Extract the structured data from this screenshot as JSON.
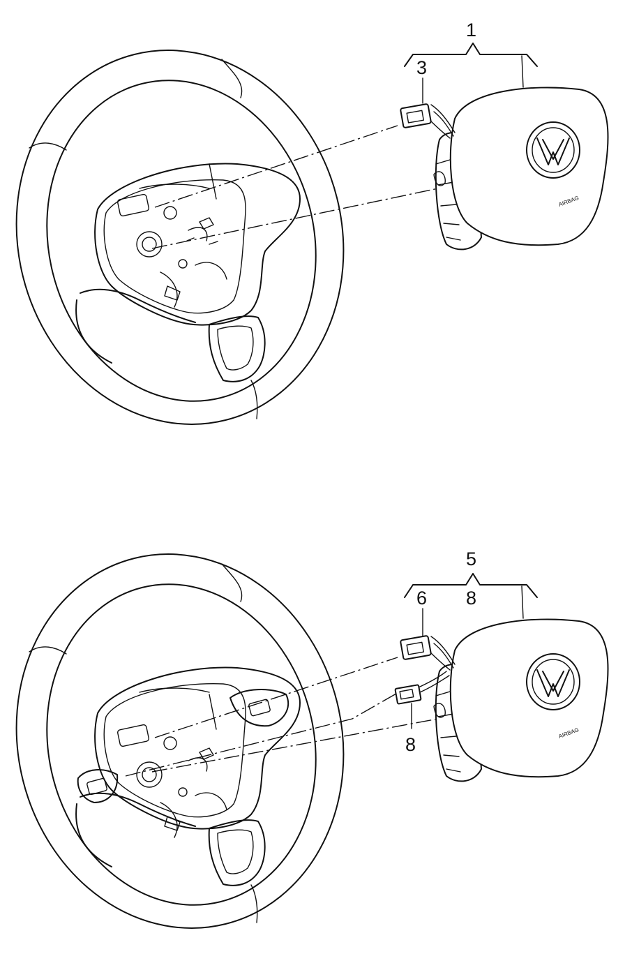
{
  "diagrams": [
    {
      "callouts": {
        "assembly": "1",
        "connector": "3"
      },
      "airbag_text": "AIRBAG",
      "logo": "vw-logo-icon"
    },
    {
      "callouts": {
        "assembly": "5",
        "connector": "6",
        "sub": "8",
        "lower_connector": "8"
      },
      "airbag_text": "AIRBAG",
      "logo": "vw-logo-icon"
    }
  ]
}
